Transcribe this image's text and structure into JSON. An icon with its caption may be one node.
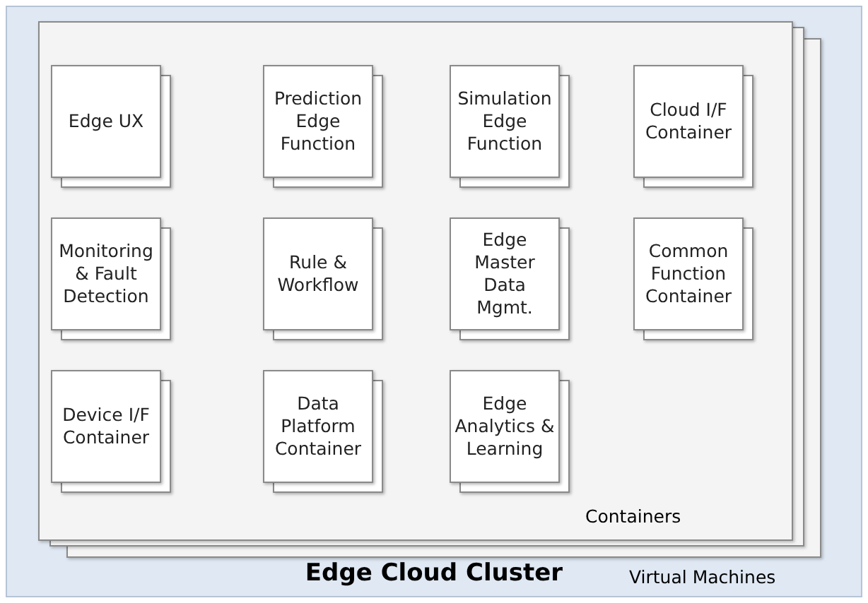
{
  "diagram": {
    "nodes": [
      {
        "text": [
          "Edge Cloud Cluster"
        ]
      },
      {
        "text": [
          "Virtual Machines"
        ],
        "in": 0
      },
      {
        "text": [
          "Containers"
        ],
        "in": 1
      },
      {
        "text": [
          "Edge UX"
        ],
        "in": 2
      },
      {
        "text": [
          "Prediction Edge Function"
        ],
        "in": 2
      },
      {
        "text": [
          "Simulation Edge Function"
        ],
        "in": 2
      },
      {
        "text": [
          "Cloud I/F Container"
        ],
        "in": 2
      },
      {
        "text": [
          "Monitoring & Fault Detection"
        ],
        "in": 2
      },
      {
        "text": [
          "Rule & Workflow"
        ],
        "in": 2
      },
      {
        "text": [
          "Edge Master Data Mgmt."
        ],
        "in": 2
      },
      {
        "text": [
          "Common Function Container"
        ],
        "in": 2
      },
      {
        "text": [
          "Device I/F Container"
        ],
        "in": 2
      },
      {
        "text": [
          "Data Platform Container"
        ],
        "in": 2
      },
      {
        "text": [
          "Edge Analytics & Learning"
        ],
        "in": 2
      }
    ],
    "edges": []
  }
}
